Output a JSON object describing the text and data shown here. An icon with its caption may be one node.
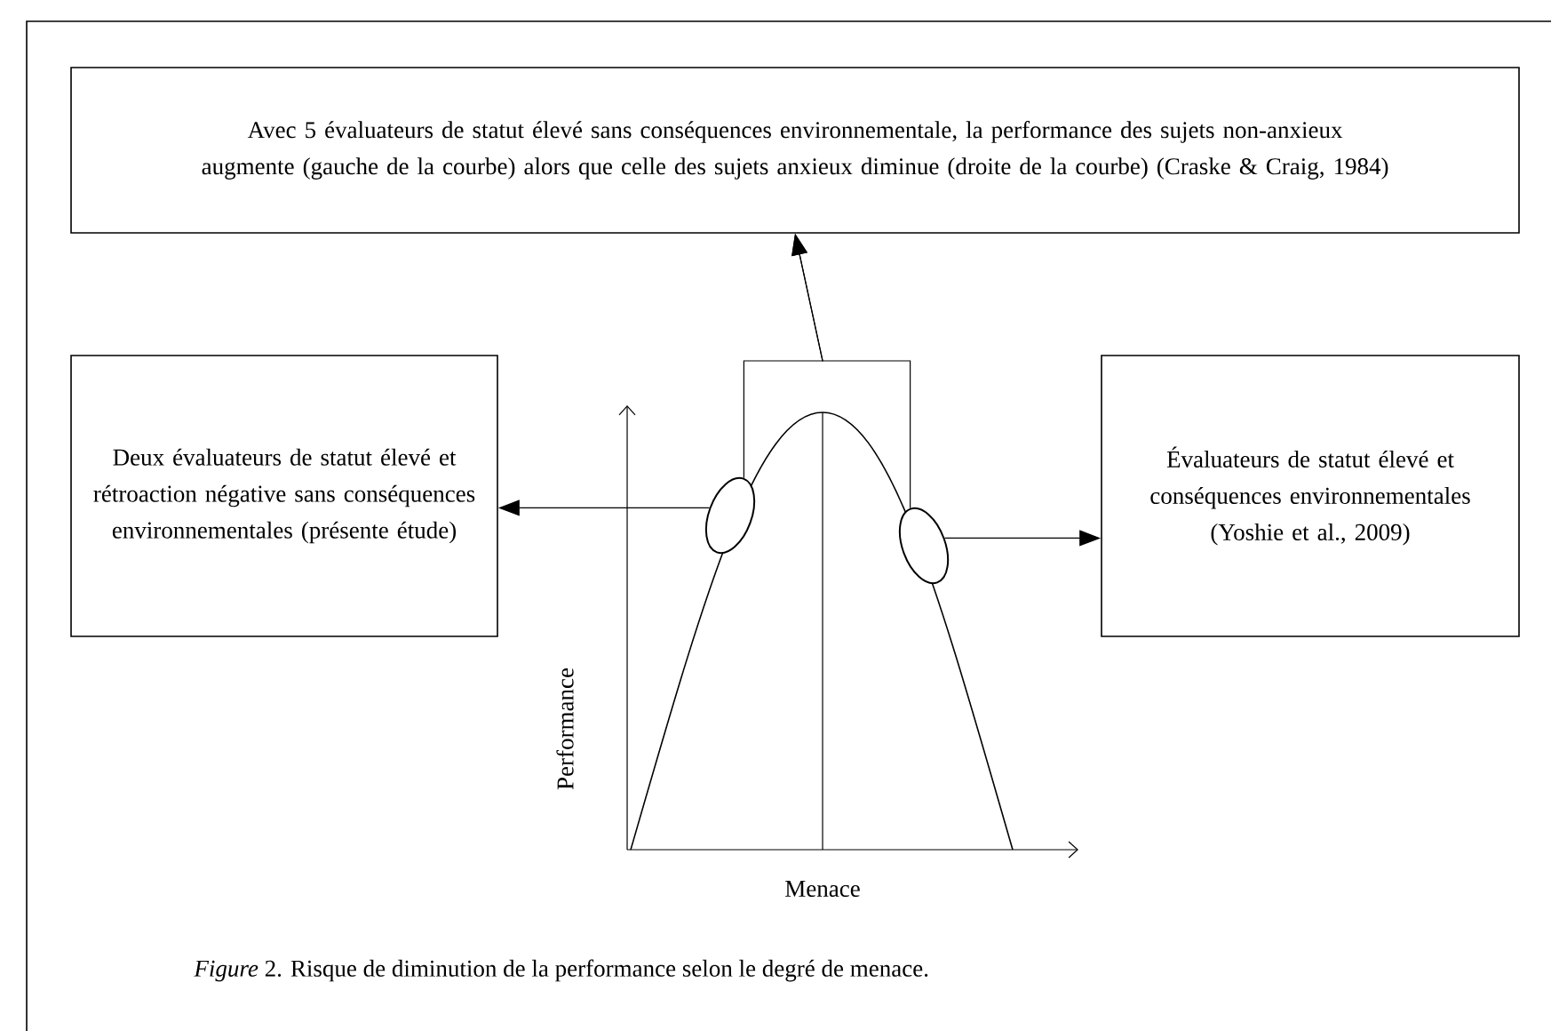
{
  "diagram": {
    "caption": "*Figure* 2. Risque de diminution de la performance selon le degré de menace.",
    "nodes": [
      {
        "text": [
          "Avec 5 évaluateurs de statut élevé sans conséquences environnementale, la performance des sujets non-anxieux augmente (gauche de la courbe) alors que celle des sujets anxieux diminue (droite de la courbe) (Craske & Craig, 1984)"
        ]
      },
      {
        "text": [
          "Deux évaluateurs de statut élevé et rétroaction négative sans conséquences environnementales (présente étude)"
        ]
      },
      {
        "text": [
          "Évaluateurs de statut élevé et conséquences environnementales (Yoshie et al., 2009)"
        ]
      },
      {
        "text": [],
        "shape": "circle"
      },
      {
        "text": [],
        "shape": "circle"
      }
    ],
    "edges": [
      {
        "from": 3,
        "to": 1,
        "arrow": "to"
      },
      {
        "from": 3,
        "to": 0,
        "arrow": "to"
      },
      {
        "from": 4,
        "to": 0,
        "arrow": "to"
      },
      {
        "from": 4,
        "to": 2,
        "arrow": "to"
      }
    ],
    "labels": [
      "Performance",
      "Menace"
    ]
  }
}
